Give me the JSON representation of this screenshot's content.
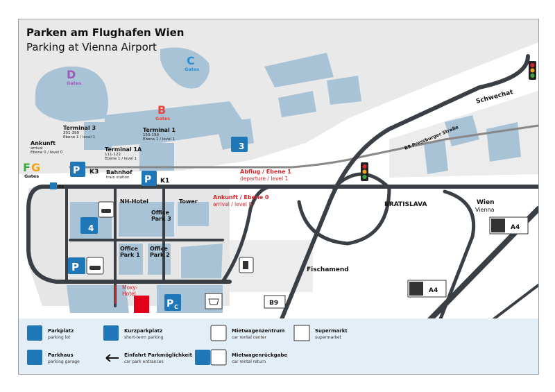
{
  "title": "Parken am Flughafen Wien",
  "subtitle": "Parking at Vienna Airport",
  "gates": [
    {
      "letter": "D",
      "label": "Gates",
      "color": "#9b59b6"
    },
    {
      "letter": "C",
      "label": "Gates",
      "color": "#2b8fd0"
    },
    {
      "letter": "B",
      "label": "Gates",
      "color": "#e2473b"
    },
    {
      "letter": "F",
      "letter2": "G",
      "label": "Gates",
      "color": "#3aa843",
      "color2": "#f0a31b"
    }
  ],
  "terminals": {
    "t3": {
      "name": "Terminal 3",
      "gates": "301-399",
      "level": "Ebene 1 / level 1"
    },
    "t1": {
      "name": "Terminal 1",
      "gates": "150-199",
      "level": "Ebene 1 / level 1"
    },
    "t1a": {
      "name": "Terminal 1A",
      "gates": "111-122",
      "level": "Ebene 1 / level 1"
    }
  },
  "arrival_left": {
    "de": "Ankunft",
    "en": "arrival",
    "level": "Ebene 0 / level 0"
  },
  "bahnhof": {
    "de": "Bahnhof",
    "en": "train station"
  },
  "departure": {
    "de": "Abflug / Ebene 1",
    "en": "departure / level 1"
  },
  "arrival_road": {
    "de": "Ankunft / Ebene 0",
    "en": "arrival / level 0"
  },
  "buildings": {
    "nh_hotel": "NH-Hotel",
    "tower": "Tower",
    "office_park_3": [
      "Office",
      "Park 3"
    ],
    "office_park_1": [
      "Office",
      "Park 1"
    ],
    "office_park_2": [
      "Office",
      "Park 2"
    ],
    "moxy": [
      "Moxy-",
      "Hotel"
    ]
  },
  "parking": {
    "k1": "K1",
    "k3": "K3",
    "k4": "K4",
    "p3": "3",
    "p4": "4",
    "pc": "C",
    "p": "P"
  },
  "roads": {
    "schwechat": "Schwechat",
    "b9_street": "B9 Pressburger Straße",
    "bratislava": "BRATISLAVA",
    "wien": "Wien",
    "vienna": "Vienna",
    "fischamend": "Fischamend",
    "b9": "B9",
    "a4": "A4"
  },
  "legend": [
    {
      "de": "Parkplatz",
      "en": "parking lot",
      "icon": "parking-lot-icon"
    },
    {
      "de": "Kurzparkplatz",
      "en": "short-term parking",
      "icon": "short-term-parking-icon"
    },
    {
      "de": "Mietwagenzentrum",
      "en": "car rental center",
      "icon": "car-rental-icon"
    },
    {
      "de": "Supermarkt",
      "en": "supermarket",
      "icon": "supermarket-icon"
    },
    {
      "de": "Parkhaus",
      "en": "parking garage",
      "icon": "parking-garage-icon"
    },
    {
      "de": "Einfahrt Parkmöglichkeit",
      "en": "car park entrances",
      "icon": "entrance-arrow-icon"
    },
    {
      "de": "Mietwagenrückgabe",
      "en": "car rental return",
      "icon": "car-rental-return-icon"
    }
  ],
  "colors": {
    "road": "#3a3f45",
    "building": "#a9c3d6",
    "ground": "#e6e6e6",
    "parking_blue": "#1f77b8",
    "legend_bg": "#e4eef6",
    "red": "#d8232a"
  }
}
